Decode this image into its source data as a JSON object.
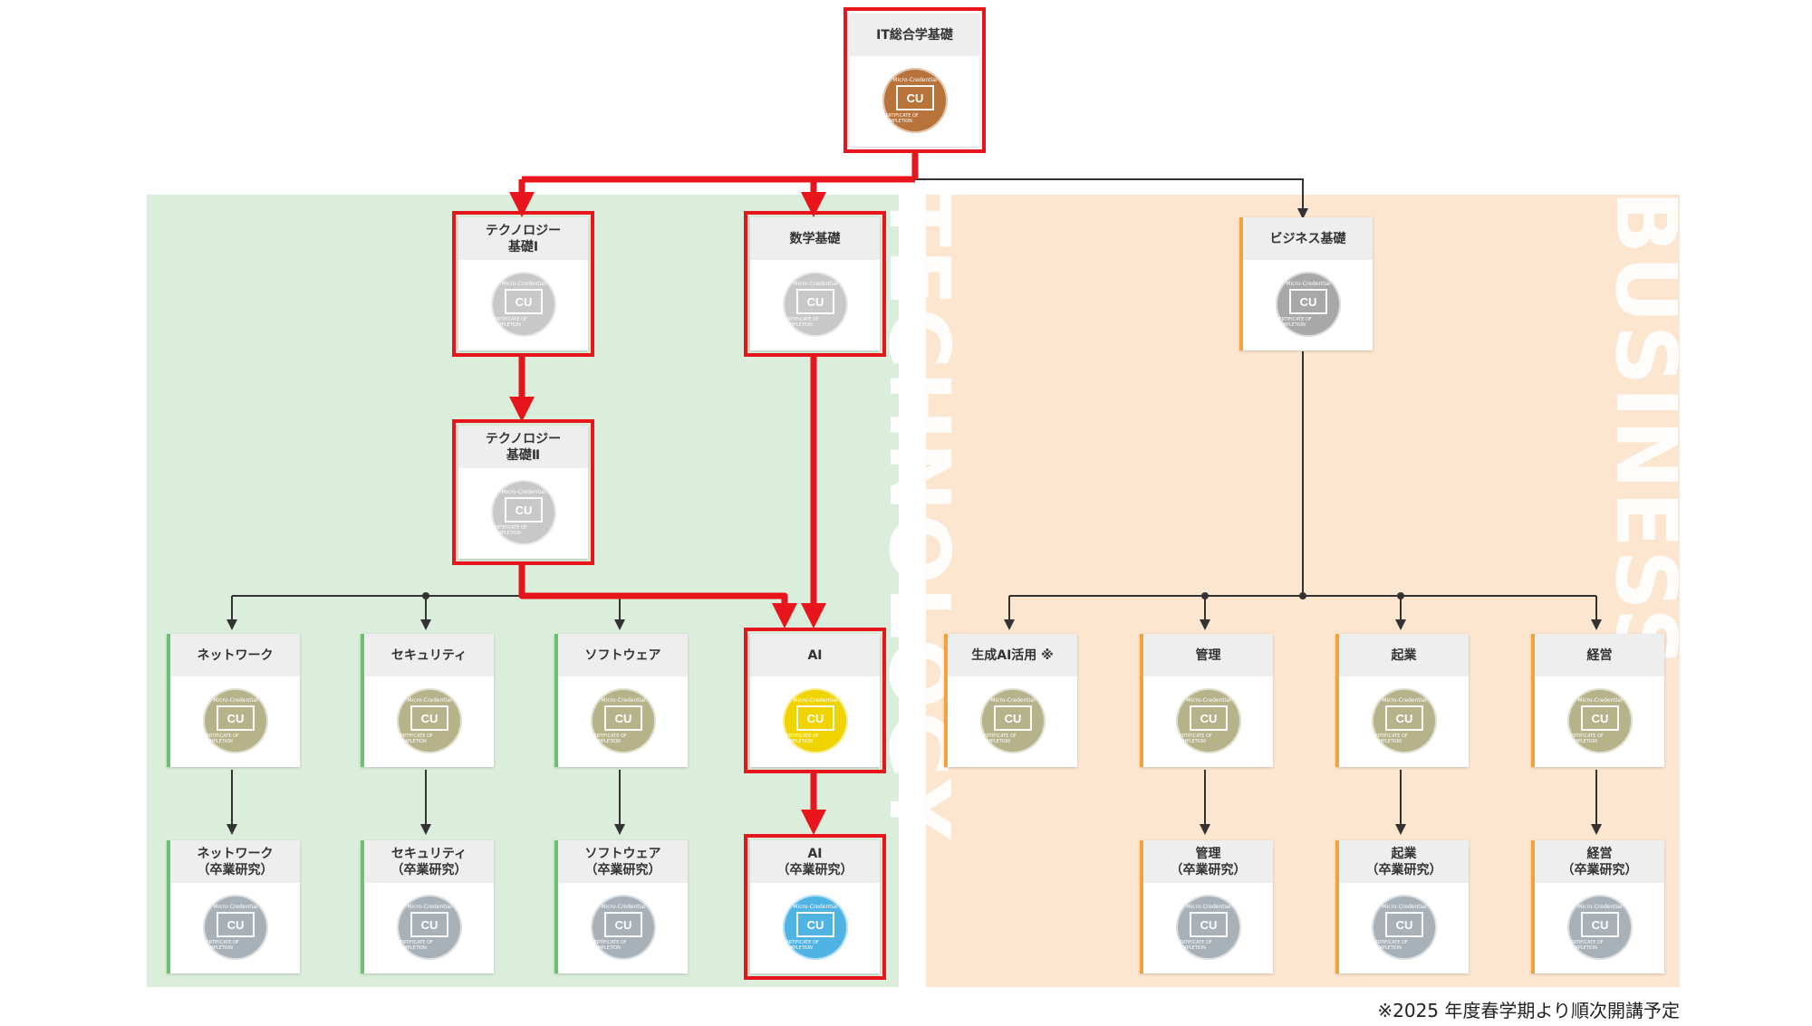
{
  "watermarks": {
    "tech": "TECHNOLOGY",
    "biz": "BUSINESS"
  },
  "colors": {
    "tech_panel": "#daeedb",
    "biz_panel": "#fde6cf",
    "highlight": "#e8151d",
    "green_edge": "#6dbf72",
    "orange_edge": "#f3a23c",
    "badge_bronze": "#b8733a",
    "badge_silver": "#c8c8c8",
    "badge_gray": "#a8a8a8",
    "badge_olive": "#b6b28a",
    "badge_slate": "#a9b1b8",
    "badge_yellow": "#f0d400",
    "badge_blue": "#4fb3e3"
  },
  "badge": {
    "top": "Micro-Credential",
    "logo": "CU",
    "foot": "CERTIFICATE OF COMPLETION"
  },
  "nodes": {
    "it_foundation": "IT総合学基礎",
    "tech_basic_1": "テクノロジー\n基礎Ⅰ",
    "math_basic": "数学基礎",
    "business_basic": "ビジネス基礎",
    "tech_basic_2": "テクノロジー\n基礎Ⅱ",
    "network": "ネットワーク",
    "security": "セキュリティ",
    "software": "ソフトウェア",
    "ai": "AI",
    "gen_ai": "生成AI活用 ※",
    "management": "管理",
    "startup": "起業",
    "business_admin": "経営",
    "network_grad": "ネットワーク\n（卒業研究）",
    "security_grad": "セキュリティ\n（卒業研究）",
    "software_grad": "ソフトウェア\n（卒業研究）",
    "ai_grad": "AI\n（卒業研究）",
    "management_grad": "管理\n（卒業研究）",
    "startup_grad": "起業\n（卒業研究）",
    "business_admin_grad": "経営\n（卒業研究）"
  },
  "footnote": "※2025 年度春学期より順次開講予定"
}
